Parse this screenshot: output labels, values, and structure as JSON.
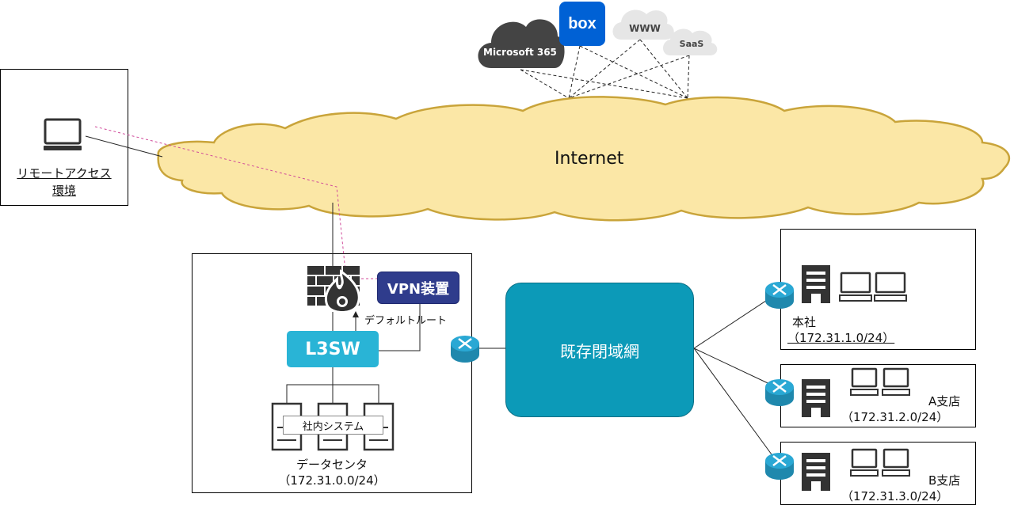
{
  "internet": {
    "label": "Internet"
  },
  "services": {
    "microsoft365": "Microsoft 365",
    "box": "box",
    "www": "WWW",
    "saas": "SaaS"
  },
  "remote": {
    "line1": "リモートアクセス",
    "line2": "環境"
  },
  "datacenter": {
    "vpn": "VPN装置",
    "default_route": "デフォルトルート",
    "l3sw": "L3SW",
    "system": "社内システム",
    "name": "データセンタ",
    "subnet": "（172.31.0.0/24）"
  },
  "wan": {
    "label": "既存閉域網"
  },
  "sites": [
    {
      "name": "本社",
      "subnet": "（172.31.1.0/24）"
    },
    {
      "name": "A支店",
      "subnet": "（172.31.2.0/24）"
    },
    {
      "name": "B支店",
      "subnet": "（172.31.3.0/24）"
    }
  ],
  "colors": {
    "cloud_fill": "#fbe7a6",
    "cloud_stroke": "#c9a43a",
    "vpn_fill": "#2f3c8c",
    "l3sw_fill": "#29b4d6",
    "wan_fill": "#0c9ab8",
    "router_fill": "#2aa8d4",
    "vpn_tunnel": "#d04a9a",
    "box_brand": "#0061d5",
    "service_cloud_dark": "#444444",
    "service_cloud_light": "#e6e6e6"
  }
}
